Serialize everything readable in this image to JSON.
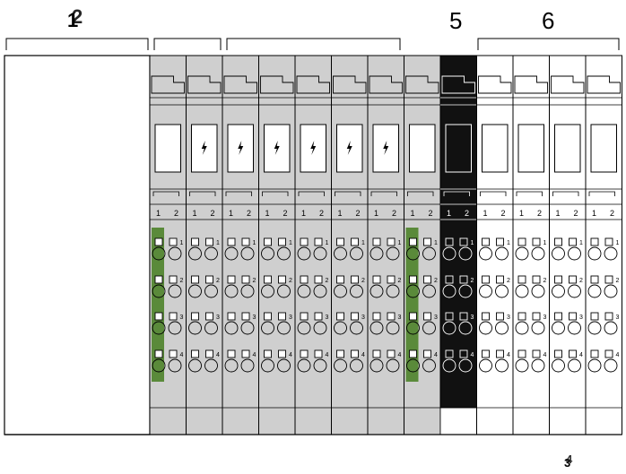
{
  "callouts": {
    "label_1": "1",
    "label_2": "2",
    "label_3": "3",
    "label_4": "4",
    "label_5": "5",
    "label_6": "6"
  },
  "terminal_numbers": {
    "a": "1",
    "b": "2"
  },
  "row_numbers": [
    "1",
    "2",
    "3",
    "4"
  ],
  "modules": [
    {
      "kind": "head-station",
      "color": "#ffffff"
    },
    {
      "kind": "power-gray",
      "color": "#cfcfcf",
      "lightning": false,
      "green": true
    },
    {
      "kind": "gray",
      "color": "#cfcfcf",
      "lightning": true
    },
    {
      "kind": "gray",
      "color": "#cfcfcf",
      "lightning": true
    },
    {
      "kind": "gray",
      "color": "#cfcfcf",
      "lightning": true
    },
    {
      "kind": "gray",
      "color": "#cfcfcf",
      "lightning": true
    },
    {
      "kind": "gray",
      "color": "#cfcfcf",
      "lightning": true
    },
    {
      "kind": "gray",
      "color": "#cfcfcf",
      "lightning": true
    },
    {
      "kind": "power-gray",
      "color": "#cfcfcf",
      "lightning": false,
      "green": true
    },
    {
      "kind": "black",
      "color": "#111111",
      "lightning": false
    },
    {
      "kind": "white",
      "color": "#ffffff",
      "lightning": false
    },
    {
      "kind": "white",
      "color": "#ffffff",
      "lightning": false
    },
    {
      "kind": "white",
      "color": "#ffffff",
      "lightning": false
    },
    {
      "kind": "white",
      "color": "#ffffff",
      "lightning": false
    }
  ],
  "colors": {
    "gray": "#cfcfcf",
    "green": "#5a8a3a",
    "black": "#111111",
    "outline": "#000000"
  }
}
